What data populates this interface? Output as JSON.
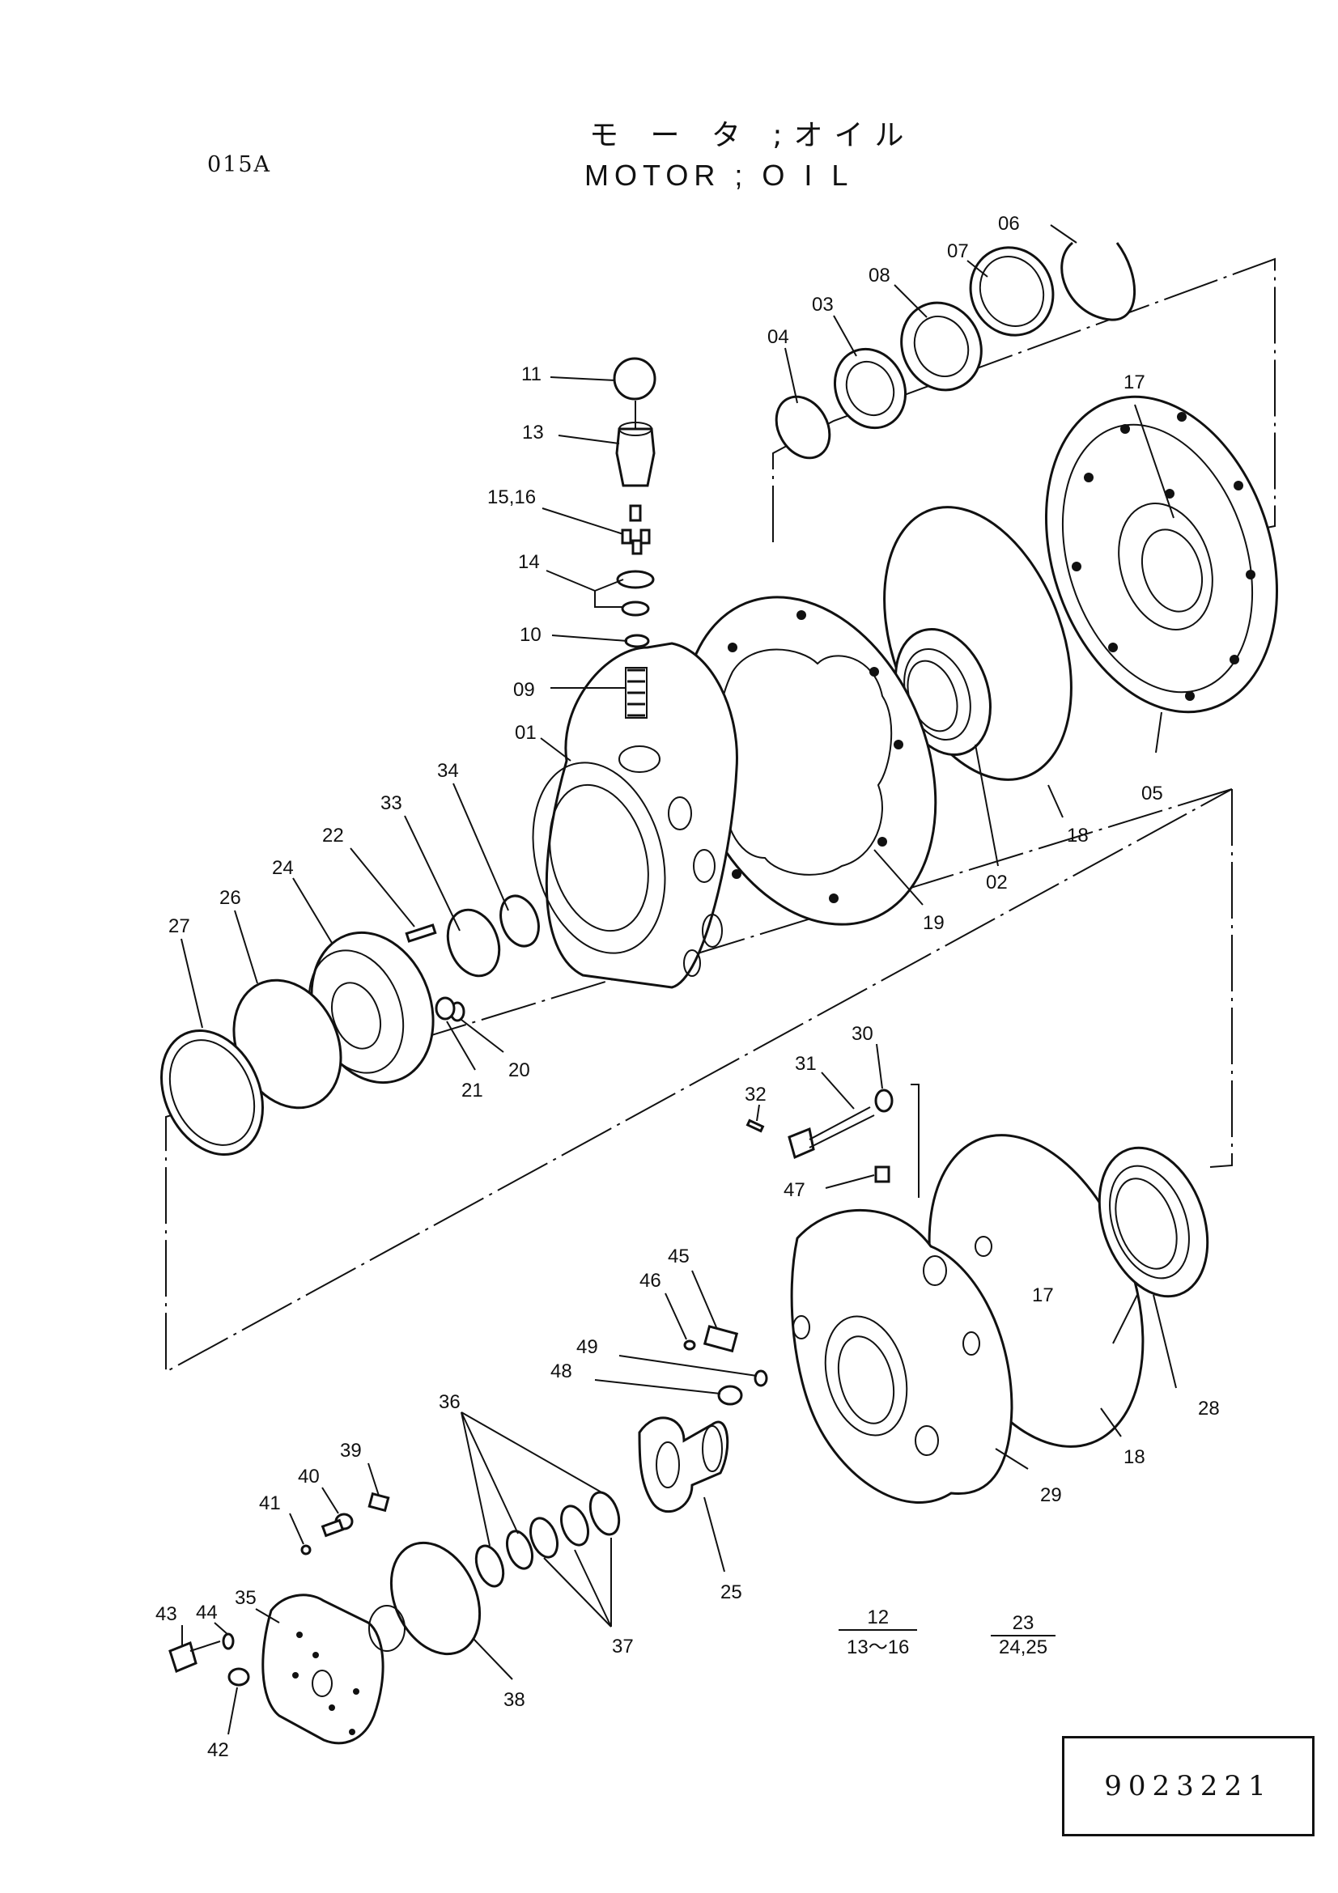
{
  "sheet_code": "015A",
  "title_jp": "モ ー タ ;オイル",
  "title_en": "MOTOR ; O I L",
  "document_number": "9023221",
  "parts": [
    {
      "id": "p01",
      "label": "01"
    },
    {
      "id": "p02",
      "label": "02"
    },
    {
      "id": "p03",
      "label": "03"
    },
    {
      "id": "p04",
      "label": "04"
    },
    {
      "id": "p05",
      "label": "05"
    },
    {
      "id": "p06",
      "label": "06"
    },
    {
      "id": "p07",
      "label": "07"
    },
    {
      "id": "p08",
      "label": "08"
    },
    {
      "id": "p09",
      "label": "09"
    },
    {
      "id": "p10",
      "label": "10"
    },
    {
      "id": "p11",
      "label": "11"
    },
    {
      "id": "p13",
      "label": "13"
    },
    {
      "id": "p14",
      "label": "14"
    },
    {
      "id": "p15",
      "label": "15,16"
    },
    {
      "id": "p17a",
      "label": "17"
    },
    {
      "id": "p17b",
      "label": "17"
    },
    {
      "id": "p18a",
      "label": "18"
    },
    {
      "id": "p18b",
      "label": "18"
    },
    {
      "id": "p19",
      "label": "19"
    },
    {
      "id": "p20",
      "label": "20"
    },
    {
      "id": "p21",
      "label": "21"
    },
    {
      "id": "p22",
      "label": "22"
    },
    {
      "id": "p24",
      "label": "24"
    },
    {
      "id": "p25",
      "label": "25"
    },
    {
      "id": "p26",
      "label": "26"
    },
    {
      "id": "p27",
      "label": "27"
    },
    {
      "id": "p28",
      "label": "28"
    },
    {
      "id": "p29",
      "label": "29"
    },
    {
      "id": "p30",
      "label": "30"
    },
    {
      "id": "p31",
      "label": "31"
    },
    {
      "id": "p32",
      "label": "32"
    },
    {
      "id": "p33",
      "label": "33"
    },
    {
      "id": "p34",
      "label": "34"
    },
    {
      "id": "p35",
      "label": "35"
    },
    {
      "id": "p36",
      "label": "36"
    },
    {
      "id": "p37",
      "label": "37"
    },
    {
      "id": "p38",
      "label": "38"
    },
    {
      "id": "p39",
      "label": "39"
    },
    {
      "id": "p40",
      "label": "40"
    },
    {
      "id": "p41",
      "label": "41"
    },
    {
      "id": "p42",
      "label": "42"
    },
    {
      "id": "p43",
      "label": "43"
    },
    {
      "id": "p44",
      "label": "44"
    },
    {
      "id": "p45",
      "label": "45"
    },
    {
      "id": "p46",
      "label": "46"
    },
    {
      "id": "p47",
      "label": "47"
    },
    {
      "id": "p48",
      "label": "48"
    },
    {
      "id": "p49",
      "label": "49"
    }
  ],
  "assemblies": [
    {
      "numerator": "12",
      "denominator": "13～16"
    },
    {
      "numerator": "23",
      "denominator": "24,25"
    }
  ]
}
